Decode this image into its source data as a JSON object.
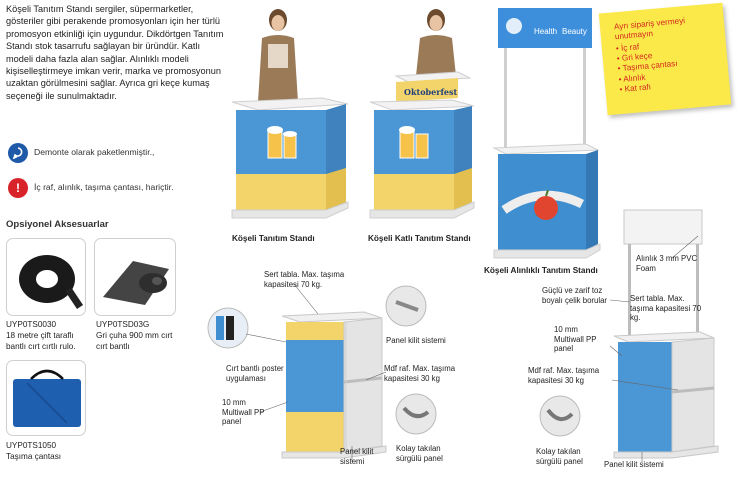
{
  "intro": {
    "paragraph": "Köşeli Tanıtım Standı sergiler, süpermarketler, gösteriler gibi perakende promosyonları için her türlü promosyon etkinliği için uygundur. Dikdörtgen Tanıtım Standı stok tasarrufu sağlayan bir üründür. Katlı modeli daha fazla alan sağlar. Alınlıklı modeli kişiselleştirmeye imkan verir, marka ve promosyonun uzaktan görülmesini sağlar. Ayrıca gri keçe kumaş seçeneği ile sunulmaktadır."
  },
  "notes": {
    "assembly": "Demonte olarak paketlenmiştir.,",
    "warning": "İç raf, alınlık, taşıma çantası, hariçtir."
  },
  "accessories": {
    "title": "Opsiyonel Aksesuarlar",
    "items": [
      {
        "code": "UYP0TS0030",
        "desc": "18 metre çift taraflı bantlı cırt cırtlı rulo."
      },
      {
        "code": "UYP0TSD03G",
        "desc": "Gri çuha 900 mm cırt cırt bantlı"
      },
      {
        "code": "UYP0TS1050",
        "desc": "Taşıma çantası"
      }
    ]
  },
  "products": {
    "p1": "Köşeli Tanıtım Standı",
    "p2": "Köşeli Katlı Tanıtım Standı",
    "p3": "Köşeli Alınlıklı Tanıtım Standı",
    "header_brand": "Health Beauty",
    "p2_brand": "Oktoberfest"
  },
  "sticky": {
    "title": "Ayrı sipariş vermeyi unutmayın",
    "items": [
      "İç raf",
      "Gri keçe",
      "Taşıma çantası",
      "Alınlık",
      "Kat rafı"
    ]
  },
  "diagram1": {
    "top_shelf": "Sert tabla. Max. taşıma kapasitesi 70 kg.",
    "panel_lock": "Panel kilit sistemi",
    "velcro": "Cırt bantlı poster uygulaması",
    "mdf_shelf": "Mdf raf. Max. taşıma kapasitesi 30 kg",
    "multiwall": "10 mm Multiwall PP panel",
    "panel_lock_bottom": "Panel kilit sistemi",
    "sliding_panel": "Kolay takılan sürgülü panel"
  },
  "diagram2": {
    "header": "Alınlık 3 mm PVC Foam",
    "pipes": "Güçlü ve zarif toz boyalı çelik borular",
    "top_shelf": "Sert tabla. Max. taşıma kapasitesi 70 kg.",
    "multiwall": "10 mm Multiwall PP panel",
    "mdf_shelf": "Mdf raf. Max. taşıma kapasitesi 30 kg",
    "sliding_panel": "Kolay takılan sürgülü panel",
    "panel_lock": "Panel kilit sistemi"
  },
  "colors": {
    "panel_blue": "#3f8fd0",
    "panel_yellow": "#f3d46a",
    "sticky": "#fbe94a",
    "sticky_text": "#d4271f",
    "info_blue": "#1e5aa8",
    "warn_red": "#d8232a"
  }
}
